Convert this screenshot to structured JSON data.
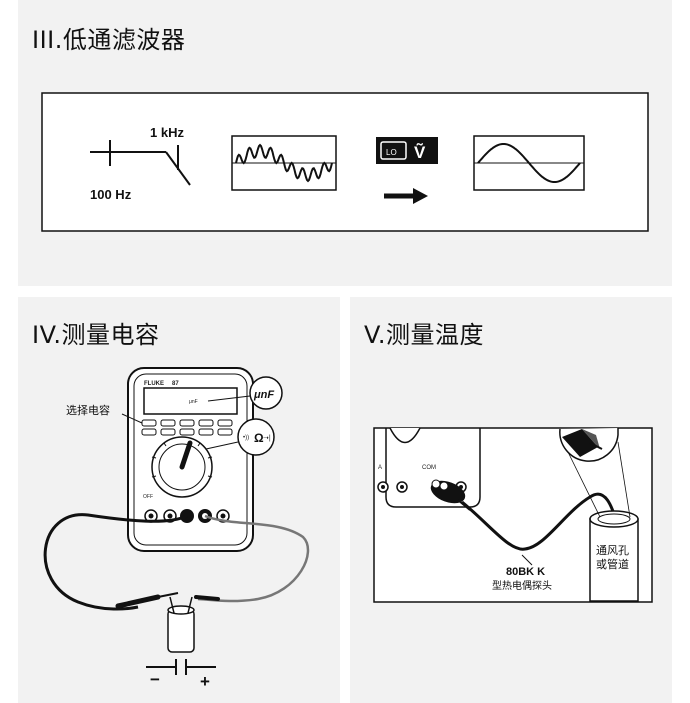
{
  "sections": {
    "lowpass": {
      "title": "III.低通滤波器",
      "freq_high": "1 kHz",
      "freq_low": "100 Hz",
      "lo_button": "LO",
      "v_symbol": "Ṽ"
    },
    "capacitance": {
      "title": "IV.测量电容",
      "select_label": "选择电容",
      "unit_callout": "μnF",
      "mode_callout": "Ω",
      "brand": "FLUKE",
      "model": "87",
      "display_unit": "μnF",
      "off_label": "OFF",
      "minus": "−",
      "plus": "+"
    },
    "temperature": {
      "title": "V.测量温度",
      "jack_a": "A",
      "jack_com": "COM",
      "probe_model": "80BK K",
      "probe_desc": "型热电偶探头",
      "duct_line1": "通风孔",
      "duct_line2": "或管道"
    }
  }
}
